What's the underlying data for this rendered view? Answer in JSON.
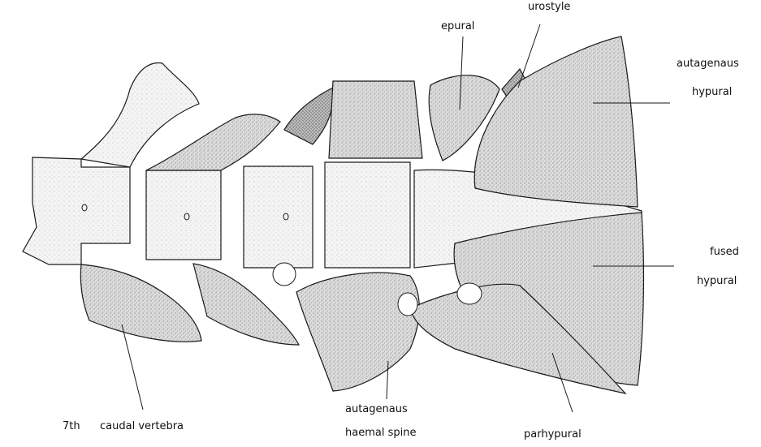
{
  "labels": {
    "epural": "epural",
    "urostyle": "urostyle",
    "autagenous_hypural_1": "autagenaus",
    "autagenous_hypural_2": "hypural",
    "fused_hypural_1": "fused",
    "fused_hypural_2": "hypural",
    "seventh": "7th",
    "caudal_vertebra": "caudal vertebra",
    "autagenous_haemal_1": "autagenaus",
    "autagenous_haemal_2": "haemal spine",
    "parhypural": "parhypural"
  },
  "colors": {
    "ink": "#1a1a1a",
    "stipple_light": "#eeeeee",
    "stipple_mid": "#cfcfcf",
    "stipple_dark": "#a9a9a9"
  }
}
